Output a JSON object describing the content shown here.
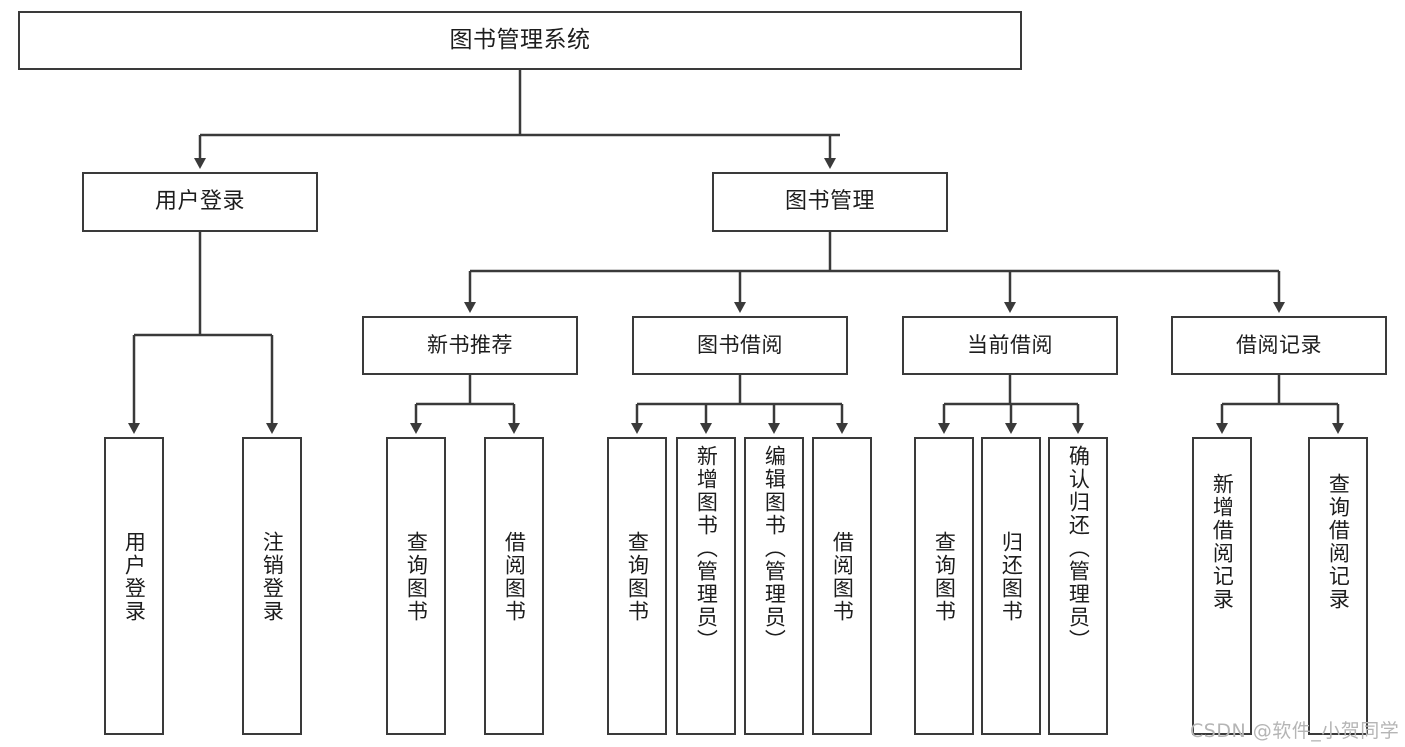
{
  "diagram": {
    "title": "图书管理系统",
    "type": "tree",
    "watermark": "CSDN @软件_小贺同学",
    "colors": {
      "stroke": "#3a3a3a",
      "fill": "#ffffff",
      "text": "#1d1d1d",
      "watermark": "#b5b5b5"
    },
    "root": {
      "label": "图书管理系统"
    },
    "level2": [
      {
        "label": "用户登录"
      },
      {
        "label": "图书管理"
      }
    ],
    "level3": [
      {
        "label": "新书推荐"
      },
      {
        "label": "图书借阅"
      },
      {
        "label": "当前借阅"
      },
      {
        "label": "借阅记录"
      }
    ],
    "leaves": {
      "user_login": [
        {
          "label": "用户登录"
        },
        {
          "label": "注销登录"
        }
      ],
      "new_book": [
        {
          "label": "查询图书"
        },
        {
          "label": "借阅图书"
        }
      ],
      "book_borrow": [
        {
          "label": "查询图书"
        },
        {
          "label": "新增图书（管理员）"
        },
        {
          "label": "编辑图书（管理员）"
        },
        {
          "label": "借阅图书"
        }
      ],
      "current_borrow": [
        {
          "label": "查询图书"
        },
        {
          "label": "归还图书"
        },
        {
          "label": "确认归还（管理员）"
        }
      ],
      "borrow_record": [
        {
          "label": "新增借阅记录"
        },
        {
          "label": "查询借阅记录"
        }
      ]
    }
  }
}
